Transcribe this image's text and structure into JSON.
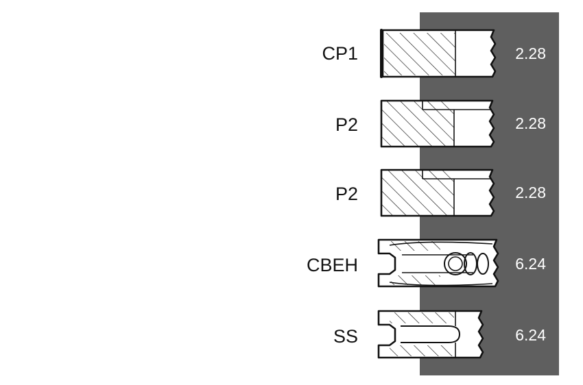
{
  "diagram": {
    "panel_color": "#5f5f5f",
    "rings": [
      {
        "label": "CP1",
        "value": "2.28",
        "profile": "compression-ring-icon"
      },
      {
        "label": "P2",
        "value": "2.28",
        "profile": "compression-ring-icon"
      },
      {
        "label": "P2",
        "value": "2.28",
        "profile": "compression-ring-icon"
      },
      {
        "label": "CBEH",
        "value": "6.24",
        "profile": "oil-ring-expander-icon"
      },
      {
        "label": "SS",
        "value": "6.24",
        "profile": "oil-ring-icon"
      }
    ]
  }
}
